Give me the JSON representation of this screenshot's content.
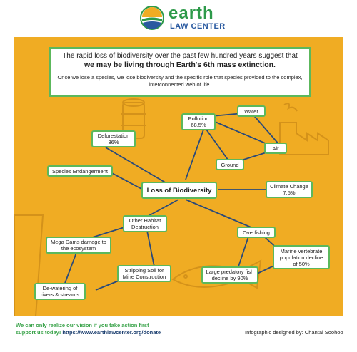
{
  "logo": {
    "name": "earth",
    "subtitle": "LAW CENTER"
  },
  "intro": {
    "line1": "The rapid loss of biodiversity over the past few hundred years suggest that",
    "line2": "we may be living through Earth's 6th mass extinction.",
    "line3": "Once we lose a species, we lose biodiversity and the specific role that species provided to the complex, interconnected web of life."
  },
  "nodes": {
    "center": "Loss of Biodiversity",
    "pollution": {
      "label": "Pollution",
      "value": "68.5%"
    },
    "water": "Water",
    "air": "Air",
    "ground": "Ground",
    "deforestation": {
      "label": "Deforestation",
      "value": "36%"
    },
    "endangerment": "Species Endangerment",
    "climate": {
      "label": "Climate Change",
      "value": "7.5%"
    },
    "habitat": {
      "line1": "Other Habitat",
      "line2": "Destruction"
    },
    "dams": {
      "line1": "Mega Dams damage to",
      "line2": "the ecosystem"
    },
    "soil": {
      "line1": "Stripping Soil for",
      "line2": "Mine Construction"
    },
    "dewatering": {
      "line1": "De-watering of",
      "line2": "rivers & streams"
    },
    "overfishing": "Overfishing",
    "marine": {
      "line1": "Marine vertebrate",
      "line2": "population decline",
      "line3": "of 50%"
    },
    "predatory": {
      "line1": "Large predatory fish",
      "line2": "decline by 90%"
    }
  },
  "footer": {
    "line1": "We can only realize our vision if you take action first",
    "line2_text": "support us today! ",
    "line2_url": "https://www.earthlawcenter.org/donate",
    "credit": "Infographic designed by: Chantal Soohoo"
  },
  "colors": {
    "panel": "#f0ac23",
    "accent_green": "#5cb85c",
    "edge": "#2a4a7a",
    "brand_blue": "#2a5aa0",
    "footer_green": "#3aa34a"
  }
}
